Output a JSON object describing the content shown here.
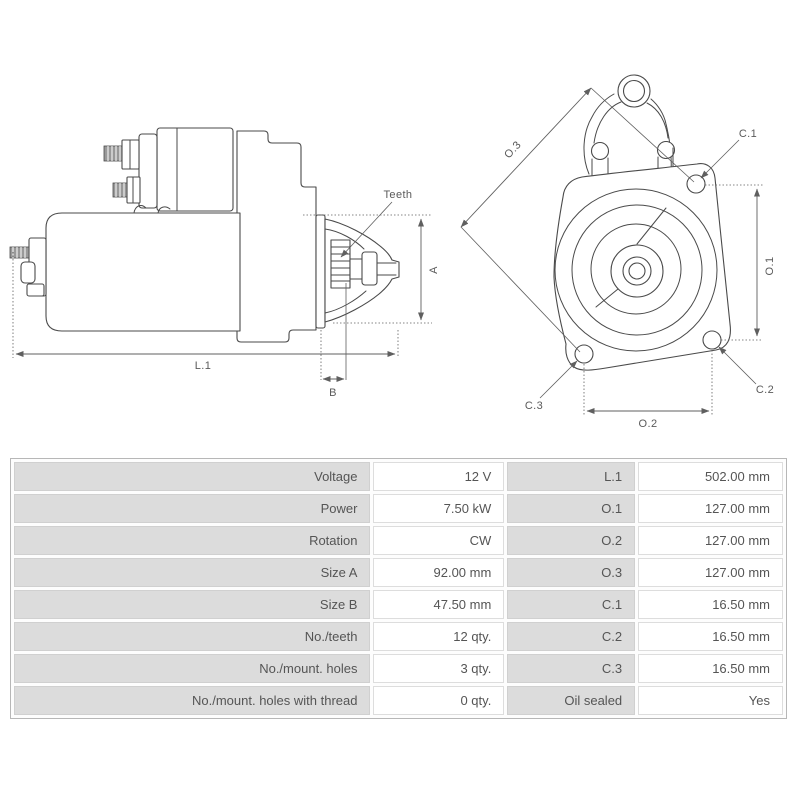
{
  "diagram": {
    "side_view": {
      "labels": {
        "teeth": "Teeth",
        "size_a": "A",
        "length_l1": "L.1",
        "size_b": "B"
      }
    },
    "front_view": {
      "labels": {
        "o3": "O.3",
        "c1": "C.1",
        "o1": "O.1",
        "c2": "C.2",
        "c3": "C.3",
        "o2": "O.2"
      }
    },
    "line_color": "#4a4a4a",
    "dim_color": "#5f5f5f"
  },
  "spec_table": {
    "label_bg": "#dcdcdc",
    "value_bg": "#ffffff",
    "text_color": "#555555",
    "rows": [
      {
        "label": "Voltage",
        "value": "12 V",
        "label2": "L.1",
        "value2": "502.00 mm"
      },
      {
        "label": "Power",
        "value": "7.50 kW",
        "label2": "O.1",
        "value2": "127.00 mm"
      },
      {
        "label": "Rotation",
        "value": "CW",
        "label2": "O.2",
        "value2": "127.00 mm"
      },
      {
        "label": "Size A",
        "value": "92.00 mm",
        "label2": "O.3",
        "value2": "127.00 mm"
      },
      {
        "label": "Size B",
        "value": "47.50 mm",
        "label2": "C.1",
        "value2": "16.50 mm"
      },
      {
        "label": "No./teeth",
        "value": "12 qty.",
        "label2": "C.2",
        "value2": "16.50 mm"
      },
      {
        "label": "No./mount. holes",
        "value": "3 qty.",
        "label2": "C.3",
        "value2": "16.50 mm"
      },
      {
        "label": "No./mount. holes with thread",
        "value": "0 qty.",
        "label2": "Oil sealed",
        "value2": "Yes"
      }
    ]
  }
}
